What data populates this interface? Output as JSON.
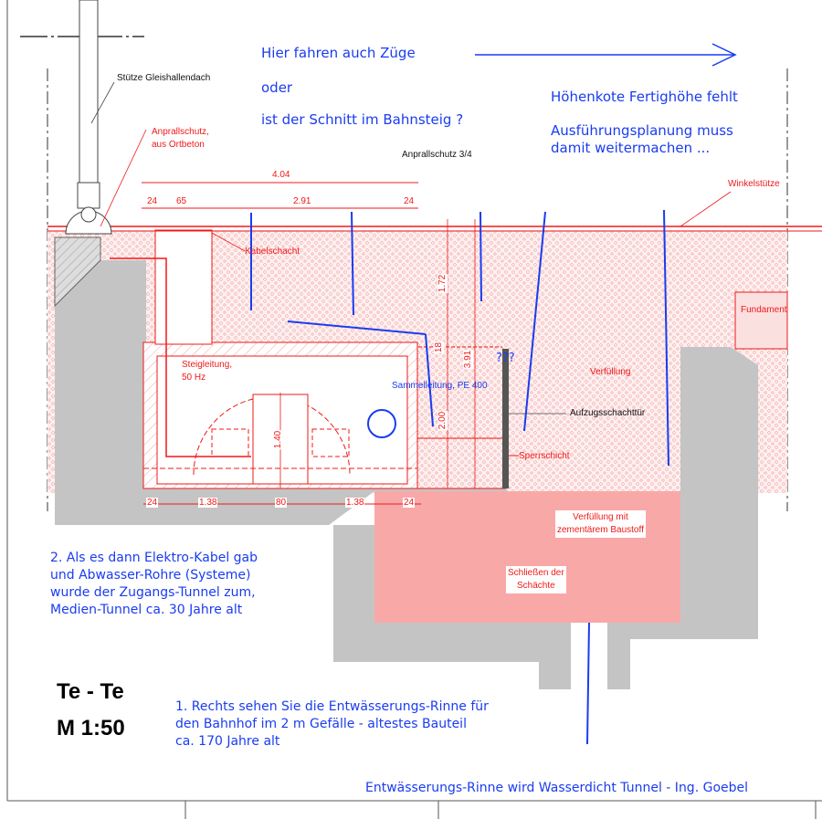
{
  "annotations": {
    "trains_line1": "Hier fahren auch Züge",
    "trains_line2": "oder",
    "trains_line3": "ist der Schnitt im Bahnsteig ?",
    "height_missing": "Höhenkote Fertighöhe fehlt",
    "planning_line1": "Ausführungsplanung muss",
    "planning_line2": "damit weitermachen ...",
    "question_marks": "???",
    "note2_lines": [
      "2. Als es dann Elektro-Kabel gab",
      "und Abwasser-Rohre (Systeme)",
      "wurde der Zugangs-Tunnel zum,",
      "Medien-Tunnel ca. 30 Jahre alt"
    ],
    "note1_lines": [
      "1. Rechts sehen Sie die Entwässerungs-Rinne für",
      "den Bahnhof im 2 m Gefälle - altestes Bauteil",
      "ca. 170 Jahre alt"
    ],
    "footer": "Entwässerungs-Rinne wird Wasserdicht Tunnel - Ing. Goebel"
  },
  "labels": {
    "column": "Stütze Gleishallendach",
    "impact1": "Anprallschutz,",
    "impact2": "aus Ortbeton",
    "impact_34": "Anprallschutz 3/4",
    "angle_support": "Winkelstütze",
    "cable_shaft": "Kabelschacht",
    "foundation": "Fundament",
    "riser1": "Steigleitung,",
    "riser2": "50 Hz",
    "collector": "Sammelleitung, PE 400",
    "backfill": "Verfüllung",
    "elevator_door": "Aufzugsschachttür",
    "barrier": "Sperrschicht",
    "cement_fill1": "Verfüllung mit",
    "cement_fill2": "zementärem Baustoff",
    "shafts1": "Schließen der",
    "shafts2": "Schächte"
  },
  "dimensions": {
    "total": "4.04",
    "top": [
      "24",
      "65",
      "2.91",
      "24"
    ],
    "bottom": [
      "24",
      "1.38",
      "80",
      "1.38",
      "24"
    ],
    "h172": "1.72",
    "h18": "18",
    "h391": "3.91",
    "h200": "2.00",
    "h140": "1.40"
  },
  "title": {
    "section": "Te - Te",
    "scale": "M 1:50"
  },
  "colors": {
    "red": "#f01818",
    "blue": "#1a3cf0",
    "concrete": "#c4c4c4",
    "fill_pink": "#f9a8a8"
  }
}
